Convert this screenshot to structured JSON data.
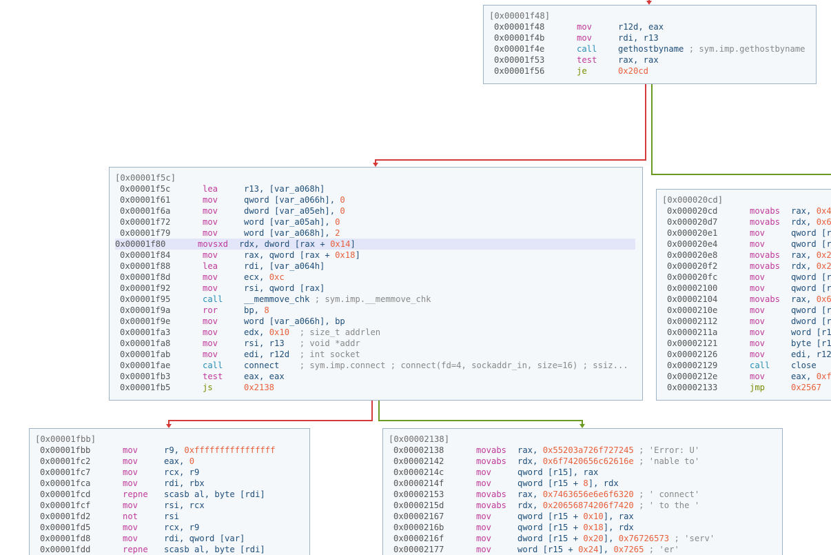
{
  "colors": {
    "true_edge": "#6a9a1f",
    "false_edge": "#d43a3a",
    "block_bg": "#f4f8fb",
    "block_border": "#9fb3c8",
    "highlight": "#e3e5f8"
  },
  "blocks": [
    {
      "id": "b1f48",
      "header": "[0x00001f48]",
      "lines": [
        {
          "addr": "0x00001f48",
          "mn": "mov",
          "cls": "mov",
          "ops": [
            {
              "t": "r12d, eax"
            }
          ]
        },
        {
          "addr": "0x00001f4b",
          "mn": "mov",
          "cls": "mov",
          "ops": [
            {
              "t": "rdi, r13"
            }
          ]
        },
        {
          "addr": "0x00001f4e",
          "mn": "call",
          "cls": "call",
          "ops": [
            {
              "t": "gethostbyname "
            },
            {
              "t": "; sym.imp.gethostbyname",
              "k": "cm"
            }
          ]
        },
        {
          "addr": "0x00001f53",
          "mn": "test",
          "cls": "test",
          "ops": [
            {
              "t": "rax, rax"
            }
          ]
        },
        {
          "addr": "0x00001f56",
          "mn": "je",
          "cls": "jmp",
          "ops": [
            {
              "t": "0x20cd",
              "k": "n"
            }
          ]
        }
      ]
    },
    {
      "id": "b1f5c",
      "header": "[0x00001f5c]",
      "lines": [
        {
          "addr": "0x00001f5c",
          "mn": "lea",
          "cls": "mov",
          "ops": [
            {
              "t": "r13, [var_a068h]"
            }
          ]
        },
        {
          "addr": "0x00001f61",
          "mn": "mov",
          "cls": "mov",
          "ops": [
            {
              "t": "qword [var_a066h], "
            },
            {
              "t": "0",
              "k": "n"
            }
          ]
        },
        {
          "addr": "0x00001f6a",
          "mn": "mov",
          "cls": "mov",
          "ops": [
            {
              "t": "dword [var_a05eh], "
            },
            {
              "t": "0",
              "k": "n"
            }
          ]
        },
        {
          "addr": "0x00001f72",
          "mn": "mov",
          "cls": "mov",
          "ops": [
            {
              "t": "word [var_a05ah], "
            },
            {
              "t": "0",
              "k": "n"
            }
          ]
        },
        {
          "addr": "0x00001f79",
          "mn": "mov",
          "cls": "mov",
          "ops": [
            {
              "t": "word [var_a068h], "
            },
            {
              "t": "2",
              "k": "n"
            }
          ]
        },
        {
          "addr": "0x00001f80",
          "mn": "movsxd",
          "cls": "mov",
          "hl": true,
          "ops": [
            {
              "t": "rdx, dword [rax + "
            },
            {
              "t": "0x14",
              "k": "n"
            },
            {
              "t": "]"
            }
          ]
        },
        {
          "addr": "0x00001f84",
          "mn": "mov",
          "cls": "mov",
          "ops": [
            {
              "t": "rax, qword [rax + "
            },
            {
              "t": "0x18",
              "k": "n"
            },
            {
              "t": "]"
            }
          ]
        },
        {
          "addr": "0x00001f88",
          "mn": "lea",
          "cls": "mov",
          "ops": [
            {
              "t": "rdi, [var_a064h]"
            }
          ]
        },
        {
          "addr": "0x00001f8d",
          "mn": "mov",
          "cls": "mov",
          "ops": [
            {
              "t": "ecx, "
            },
            {
              "t": "0xc",
              "k": "n"
            }
          ]
        },
        {
          "addr": "0x00001f92",
          "mn": "mov",
          "cls": "mov",
          "ops": [
            {
              "t": "rsi, qword [rax]"
            }
          ]
        },
        {
          "addr": "0x00001f95",
          "mn": "call",
          "cls": "call",
          "ops": [
            {
              "t": "__memmove_chk "
            },
            {
              "t": "; sym.imp.__memmove_chk",
              "k": "cm"
            }
          ]
        },
        {
          "addr": "0x00001f9a",
          "mn": "ror",
          "cls": "mov",
          "ops": [
            {
              "t": "bp, "
            },
            {
              "t": "8",
              "k": "n"
            }
          ]
        },
        {
          "addr": "0x00001f9e",
          "mn": "mov",
          "cls": "mov",
          "ops": [
            {
              "t": "word [var_a066h], bp"
            }
          ]
        },
        {
          "addr": "0x00001fa3",
          "mn": "mov",
          "cls": "mov",
          "ops": [
            {
              "t": "edx, "
            },
            {
              "t": "0x10",
              "k": "n"
            },
            {
              "t": "  ; size_t addrlen",
              "k": "cm"
            }
          ]
        },
        {
          "addr": "0x00001fa8",
          "mn": "mov",
          "cls": "mov",
          "ops": [
            {
              "t": "rsi, r13   "
            },
            {
              "t": "; void *addr",
              "k": "cm"
            }
          ]
        },
        {
          "addr": "0x00001fab",
          "mn": "mov",
          "cls": "mov",
          "ops": [
            {
              "t": "edi, r12d  "
            },
            {
              "t": "; int socket",
              "k": "cm"
            }
          ]
        },
        {
          "addr": "0x00001fae",
          "mn": "call",
          "cls": "call",
          "ops": [
            {
              "t": "connect    "
            },
            {
              "t": "; sym.imp.connect ; connect(fd=4, sockaddr_in, size=16) ; ssiz...",
              "k": "cm"
            }
          ]
        },
        {
          "addr": "0x00001fb3",
          "mn": "test",
          "cls": "test",
          "ops": [
            {
              "t": "eax, eax"
            }
          ]
        },
        {
          "addr": "0x00001fb5",
          "mn": "js",
          "cls": "jmp",
          "ops": [
            {
              "t": "0x2138",
              "k": "n"
            }
          ]
        }
      ]
    },
    {
      "id": "b20cd",
      "header": "[0x000020cd]",
      "lines": [
        {
          "addr": "0x000020cd",
          "mn": "movabs",
          "cls": "mov",
          "ops": [
            {
              "t": "rax, "
            },
            {
              "t": "0x4",
              "k": "n"
            }
          ]
        },
        {
          "addr": "0x000020d7",
          "mn": "movabs",
          "cls": "mov",
          "ops": [
            {
              "t": "rdx, "
            },
            {
              "t": "0x6",
              "k": "n"
            }
          ]
        },
        {
          "addr": "0x000020e1",
          "mn": "mov",
          "cls": "mov",
          "ops": [
            {
              "t": "qword [r"
            }
          ]
        },
        {
          "addr": "0x000020e4",
          "mn": "mov",
          "cls": "mov",
          "ops": [
            {
              "t": "qword [r"
            }
          ]
        },
        {
          "addr": "0x000020e8",
          "mn": "movabs",
          "cls": "mov",
          "ops": [
            {
              "t": "rax, "
            },
            {
              "t": "0x2",
              "k": "n"
            }
          ]
        },
        {
          "addr": "0x000020f2",
          "mn": "movabs",
          "cls": "mov",
          "ops": [
            {
              "t": "rdx, "
            },
            {
              "t": "0x2",
              "k": "n"
            }
          ]
        },
        {
          "addr": "0x000020fc",
          "mn": "mov",
          "cls": "mov",
          "ops": [
            {
              "t": "qword [r"
            }
          ]
        },
        {
          "addr": "0x00002100",
          "mn": "mov",
          "cls": "mov",
          "ops": [
            {
              "t": "qword [r"
            }
          ]
        },
        {
          "addr": "0x00002104",
          "mn": "movabs",
          "cls": "mov",
          "ops": [
            {
              "t": "rax, "
            },
            {
              "t": "0x6",
              "k": "n"
            }
          ]
        },
        {
          "addr": "0x0000210e",
          "mn": "mov",
          "cls": "mov",
          "ops": [
            {
              "t": "qword [r"
            }
          ]
        },
        {
          "addr": "0x00002112",
          "mn": "mov",
          "cls": "mov",
          "ops": [
            {
              "t": "dword [r"
            }
          ]
        },
        {
          "addr": "0x0000211a",
          "mn": "mov",
          "cls": "mov",
          "ops": [
            {
              "t": "word [r1"
            }
          ]
        },
        {
          "addr": "0x00002121",
          "mn": "mov",
          "cls": "mov",
          "ops": [
            {
              "t": "byte [r1"
            }
          ]
        },
        {
          "addr": "0x00002126",
          "mn": "mov",
          "cls": "mov",
          "ops": [
            {
              "t": "edi, r12"
            }
          ]
        },
        {
          "addr": "0x00002129",
          "mn": "call",
          "cls": "call",
          "ops": [
            {
              "t": "close"
            }
          ]
        },
        {
          "addr": "0x0000212e",
          "mn": "mov",
          "cls": "mov",
          "ops": [
            {
              "t": "eax, "
            },
            {
              "t": "0xf",
              "k": "n"
            }
          ]
        },
        {
          "addr": "0x00002133",
          "mn": "jmp",
          "cls": "jmp",
          "ops": [
            {
              "t": "0x2567",
              "k": "n"
            }
          ]
        }
      ]
    },
    {
      "id": "b1fbb",
      "header": "[0x00001fbb]",
      "lines": [
        {
          "addr": "0x00001fbb",
          "mn": "mov",
          "cls": "mov",
          "ops": [
            {
              "t": "r9, "
            },
            {
              "t": "0xffffffffffffffff",
              "k": "n"
            }
          ]
        },
        {
          "addr": "0x00001fc2",
          "mn": "mov",
          "cls": "mov",
          "ops": [
            {
              "t": "eax, "
            },
            {
              "t": "0",
              "k": "n"
            }
          ]
        },
        {
          "addr": "0x00001fc7",
          "mn": "mov",
          "cls": "mov",
          "ops": [
            {
              "t": "rcx, r9"
            }
          ]
        },
        {
          "addr": "0x00001fca",
          "mn": "mov",
          "cls": "mov",
          "ops": [
            {
              "t": "rdi, rbx"
            }
          ]
        },
        {
          "addr": "0x00001fcd",
          "mn": "repne",
          "cls": "mov",
          "ops": [
            {
              "t": "scasb al, byte [rdi]"
            }
          ]
        },
        {
          "addr": "0x00001fcf",
          "mn": "mov",
          "cls": "mov",
          "ops": [
            {
              "t": "rsi, rcx"
            }
          ]
        },
        {
          "addr": "0x00001fd2",
          "mn": "not",
          "cls": "mov",
          "ops": [
            {
              "t": "rsi"
            }
          ]
        },
        {
          "addr": "0x00001fd5",
          "mn": "mov",
          "cls": "mov",
          "ops": [
            {
              "t": "rcx, r9"
            }
          ]
        },
        {
          "addr": "0x00001fd8",
          "mn": "mov",
          "cls": "mov",
          "ops": [
            {
              "t": "rdi, qword [var]"
            }
          ]
        },
        {
          "addr": "0x00001fdd",
          "mn": "repne",
          "cls": "mov",
          "ops": [
            {
              "t": "scasb al, byte [rdi]"
            }
          ]
        }
      ]
    },
    {
      "id": "b2138",
      "header": "[0x00002138]",
      "lines": [
        {
          "addr": "0x00002138",
          "mn": "movabs",
          "cls": "mov",
          "ops": [
            {
              "t": "rax, "
            },
            {
              "t": "0x55203a726f727245",
              "k": "n"
            },
            {
              "t": " ; 'Error: U'",
              "k": "cm"
            }
          ]
        },
        {
          "addr": "0x00002142",
          "mn": "movabs",
          "cls": "mov",
          "ops": [
            {
              "t": "rdx, "
            },
            {
              "t": "0x6f7420656c62616e",
              "k": "n"
            },
            {
              "t": " ; 'nable to'",
              "k": "cm"
            }
          ]
        },
        {
          "addr": "0x0000214c",
          "mn": "mov",
          "cls": "mov",
          "ops": [
            {
              "t": "qword [r15], rax"
            }
          ]
        },
        {
          "addr": "0x0000214f",
          "mn": "mov",
          "cls": "mov",
          "ops": [
            {
              "t": "qword [r15 + "
            },
            {
              "t": "8",
              "k": "n"
            },
            {
              "t": "], rdx"
            }
          ]
        },
        {
          "addr": "0x00002153",
          "mn": "movabs",
          "cls": "mov",
          "ops": [
            {
              "t": "rax, "
            },
            {
              "t": "0x7463656e6e6f6320",
              "k": "n"
            },
            {
              "t": " ; ' connect'",
              "k": "cm"
            }
          ]
        },
        {
          "addr": "0x0000215d",
          "mn": "movabs",
          "cls": "mov",
          "ops": [
            {
              "t": "rdx, "
            },
            {
              "t": "0x20656874206f7420",
              "k": "n"
            },
            {
              "t": " ; ' to the '",
              "k": "cm"
            }
          ]
        },
        {
          "addr": "0x00002167",
          "mn": "mov",
          "cls": "mov",
          "ops": [
            {
              "t": "qword [r15 + "
            },
            {
              "t": "0x10",
              "k": "n"
            },
            {
              "t": "], rax"
            }
          ]
        },
        {
          "addr": "0x0000216b",
          "mn": "mov",
          "cls": "mov",
          "ops": [
            {
              "t": "qword [r15 + "
            },
            {
              "t": "0x18",
              "k": "n"
            },
            {
              "t": "], rdx"
            }
          ]
        },
        {
          "addr": "0x0000216f",
          "mn": "mov",
          "cls": "mov",
          "ops": [
            {
              "t": "dword [r15 + "
            },
            {
              "t": "0x20",
              "k": "n"
            },
            {
              "t": "], "
            },
            {
              "t": "0x76726573",
              "k": "n"
            },
            {
              "t": " ; 'serv'",
              "k": "cm"
            }
          ]
        },
        {
          "addr": "0x00002177",
          "mn": "mov",
          "cls": "mov",
          "ops": [
            {
              "t": "word [r15 + "
            },
            {
              "t": "0x24",
              "k": "n"
            },
            {
              "t": "], "
            },
            {
              "t": "0x7265",
              "k": "n"
            },
            {
              "t": " ; 'er'",
              "k": "cm"
            }
          ]
        }
      ]
    }
  ]
}
